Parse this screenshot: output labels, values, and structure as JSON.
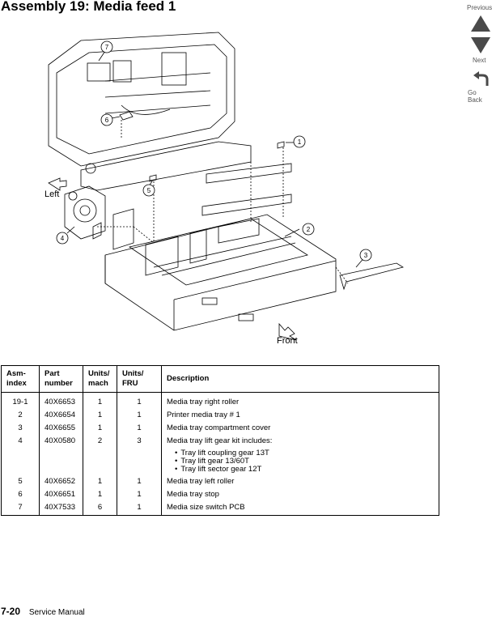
{
  "page": {
    "title": "Assembly 19:  Media feed 1"
  },
  "nav": {
    "previous": "Previous",
    "next": "Next",
    "go_back": "Go Back"
  },
  "diagram": {
    "callouts": [
      "1",
      "2",
      "3",
      "4",
      "5",
      "6",
      "7"
    ],
    "left_label": "Left",
    "front_label": "Front"
  },
  "table": {
    "headers": {
      "asm": "Asm-\nindex",
      "part": "Part\nnumber",
      "units_mach": "Units/\nmach",
      "units_fru": "Units/\nFRU",
      "description": "Description"
    },
    "rows": [
      {
        "asm": "19-1",
        "part": "40X6653",
        "mach": "1",
        "fru": "1",
        "desc": "Media tray right roller"
      },
      {
        "asm": "2",
        "part": "40X6654",
        "mach": "1",
        "fru": "1",
        "desc": "Printer media tray # 1"
      },
      {
        "asm": "3",
        "part": "40X6655",
        "mach": "1",
        "fru": "1",
        "desc": "Media tray compartment cover"
      },
      {
        "asm": "4",
        "part": "40X0580",
        "mach": "2",
        "fru": "3",
        "desc": "Media tray lift gear kit includes:",
        "items": [
          "Tray lift coupling gear 13T",
          "Tray lift gear 13/60T",
          "Tray lift sector gear 12T"
        ]
      },
      {
        "asm": "5",
        "part": "40X6652",
        "mach": "1",
        "fru": "1",
        "desc": "Media tray left roller"
      },
      {
        "asm": "6",
        "part": "40X6651",
        "mach": "1",
        "fru": "1",
        "desc": "Media tray stop"
      },
      {
        "asm": "7",
        "part": "40X7533",
        "mach": "6",
        "fru": "1",
        "desc": "Media size switch PCB"
      }
    ]
  },
  "footer": {
    "page_number": "7-20",
    "manual": "Service Manual"
  },
  "colors": {
    "nav_arrow": "#4a4a4a",
    "line": "#000000"
  }
}
